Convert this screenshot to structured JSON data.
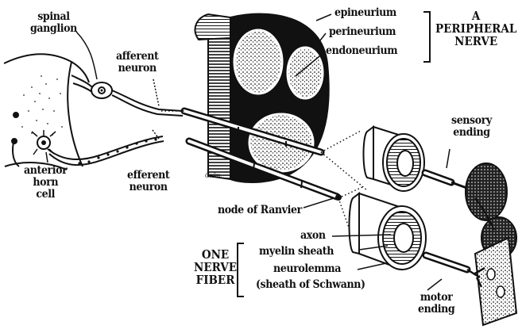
{
  "labels": {
    "spinal_ganglion": [
      "spinal",
      "ganglion"
    ],
    "afferent_neuron": [
      "afferent",
      "neuron"
    ],
    "efferent_neuron": [
      "efferent",
      "neuron"
    ],
    "anterior_horn_cell": [
      "anterior",
      "horn",
      "cell"
    ],
    "epineurium": "epineurium",
    "perineurium": "perineurium",
    "endoneurium": "endoneurium",
    "peripheral_nerve": [
      "A",
      "PERIPHERAL",
      "NERVE"
    ],
    "node_of_ranvier": "node of Ranvier",
    "sensory_ending": [
      "sensory",
      "ending"
    ],
    "one_nerve_fiber": [
      "ONE",
      "NERVE",
      "FIBER"
    ],
    "axon": "axon",
    "myelin_sheath": "myelin sheath",
    "neurolemma": "neurolemma",
    "sheath_of_schwann": "(sheath of Schwann)",
    "motor_ending": [
      "motor",
      "ending"
    ],
    "artist_signature": "Grdm"
  },
  "colors": {
    "ink": "#111111",
    "paper": "#ffffff",
    "stipple": "#555555"
  }
}
